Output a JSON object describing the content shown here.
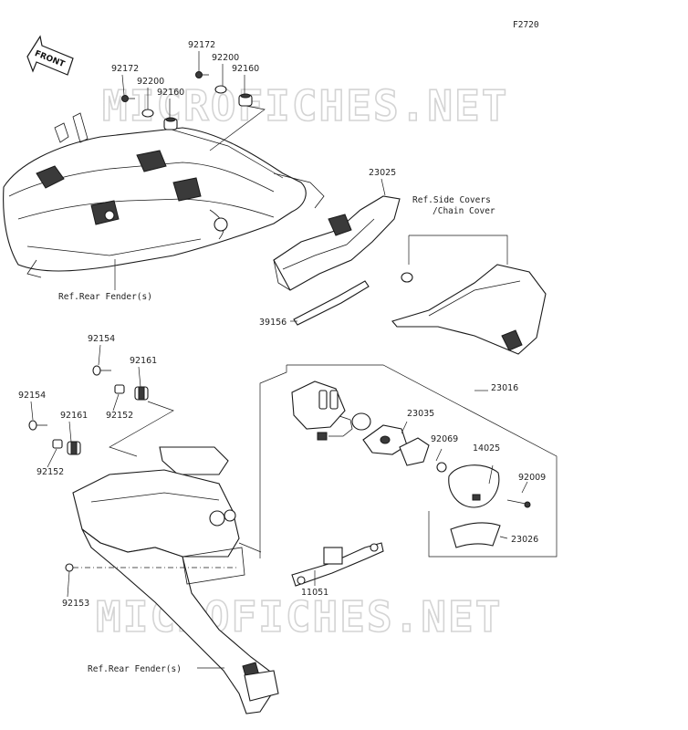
{
  "figure_id": "F2720",
  "watermark": "MICROFICHES.NET",
  "direction_arrow": "FRONT",
  "parts": {
    "p92172a": "92172",
    "p92200a": "92200",
    "p92160a": "92160",
    "p92172b": "92172",
    "p92200b": "92200",
    "p92160b": "92160",
    "p23025": "23025",
    "p39156": "39156",
    "p92154a": "92154",
    "p92161a": "92161",
    "p92152a": "92152",
    "p92154b": "92154",
    "p92161b": "92161",
    "p92152b": "92152",
    "p92153": "92153",
    "p11051": "11051",
    "p23016": "23016",
    "p23035": "23035",
    "p92069": "92069",
    "p14025": "14025",
    "p92009": "92009",
    "p23026": "23026"
  },
  "refs": {
    "rear_fender_top": "Ref.Rear Fender(s)",
    "side_covers_line1": "Ref.Side Covers",
    "side_covers_line2": "/Chain Cover",
    "rear_fender_bottom": "Ref.Rear Fender(s)"
  }
}
